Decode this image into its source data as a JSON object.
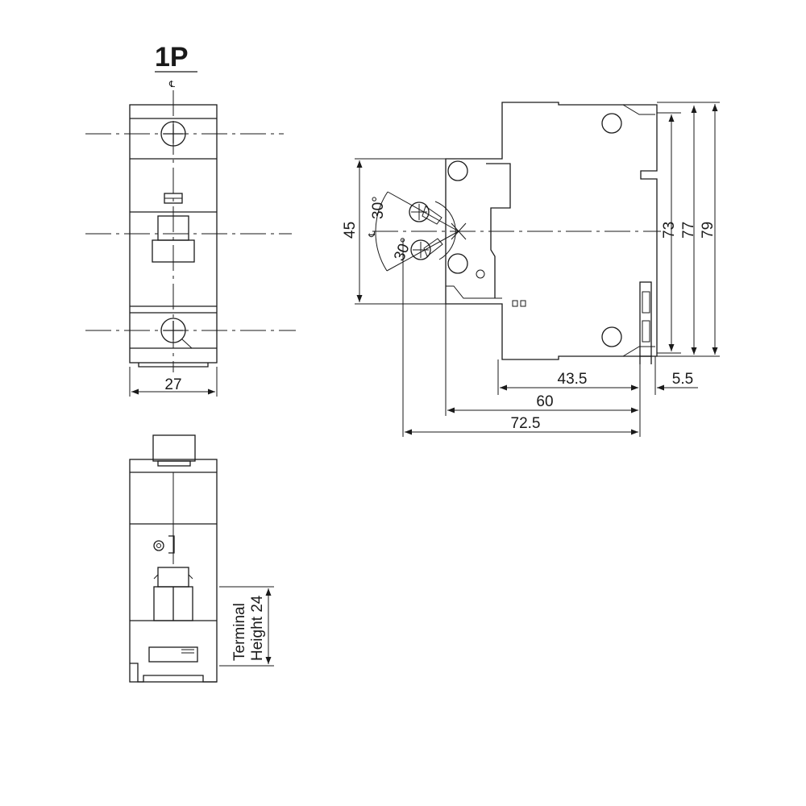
{
  "title": "1P",
  "centerline_symbol": "℄",
  "front_view": {
    "width_label": "27"
  },
  "bottom_view": {
    "terminal_line1": "Terminal",
    "terminal_line2": "Height 24"
  },
  "side_view": {
    "height_45": "45",
    "angle_top": "30°",
    "angle_bottom": "30°",
    "height_73": "73",
    "height_77": "77",
    "height_79": "79",
    "depth_43_5": "43.5",
    "depth_5_5": "5.5",
    "depth_60": "60",
    "depth_72_5": "72.5"
  }
}
